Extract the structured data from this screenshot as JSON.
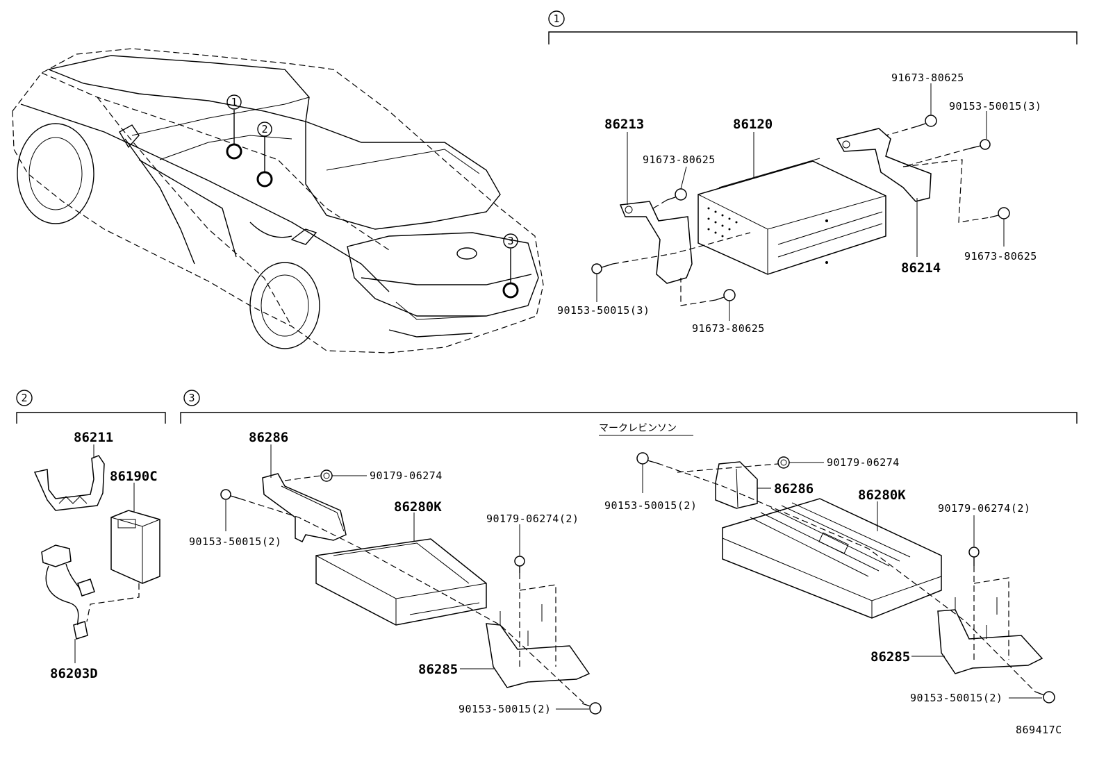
{
  "diagram": {
    "drawing_code": "869417C",
    "sections": {
      "s1": {
        "number": "1"
      },
      "s2": {
        "number": "2"
      },
      "s3": {
        "number": "3",
        "subtitle": "マークレビンソン"
      }
    },
    "vehicle_markers": [
      "1",
      "2",
      "3"
    ],
    "section1_labels": {
      "bracket_left": "86213",
      "unit": "86120",
      "bracket_right": "86214",
      "screw_a": "91673-80625",
      "screw_b": "91673-80625",
      "screw_c": "91673-80625",
      "screw_d": "91673-80625",
      "bolt_left": "90153-50015(3)",
      "bolt_right": "90153-50015(3)"
    },
    "section2_labels": {
      "bracket": "86211",
      "jack": "86190C",
      "harness": "86203D"
    },
    "section3_left_labels": {
      "bracket_top": "86286",
      "nut_top": "90179-06274",
      "bolt_top": "90153-50015(2)",
      "amplifier": "86280K",
      "nut_side": "90179-06274(2)",
      "bracket_bottom": "86285",
      "bolt_bottom": "90153-50015(2)"
    },
    "section3_right_labels": {
      "nut_top": "90179-06274",
      "bolt_top": "90153-50015(2)",
      "bracket_top": "86286",
      "amplifier": "86280K",
      "nut_side": "90179-06274(2)",
      "bracket_bottom": "86285",
      "bolt_bottom": "90153-50015(2)"
    }
  }
}
